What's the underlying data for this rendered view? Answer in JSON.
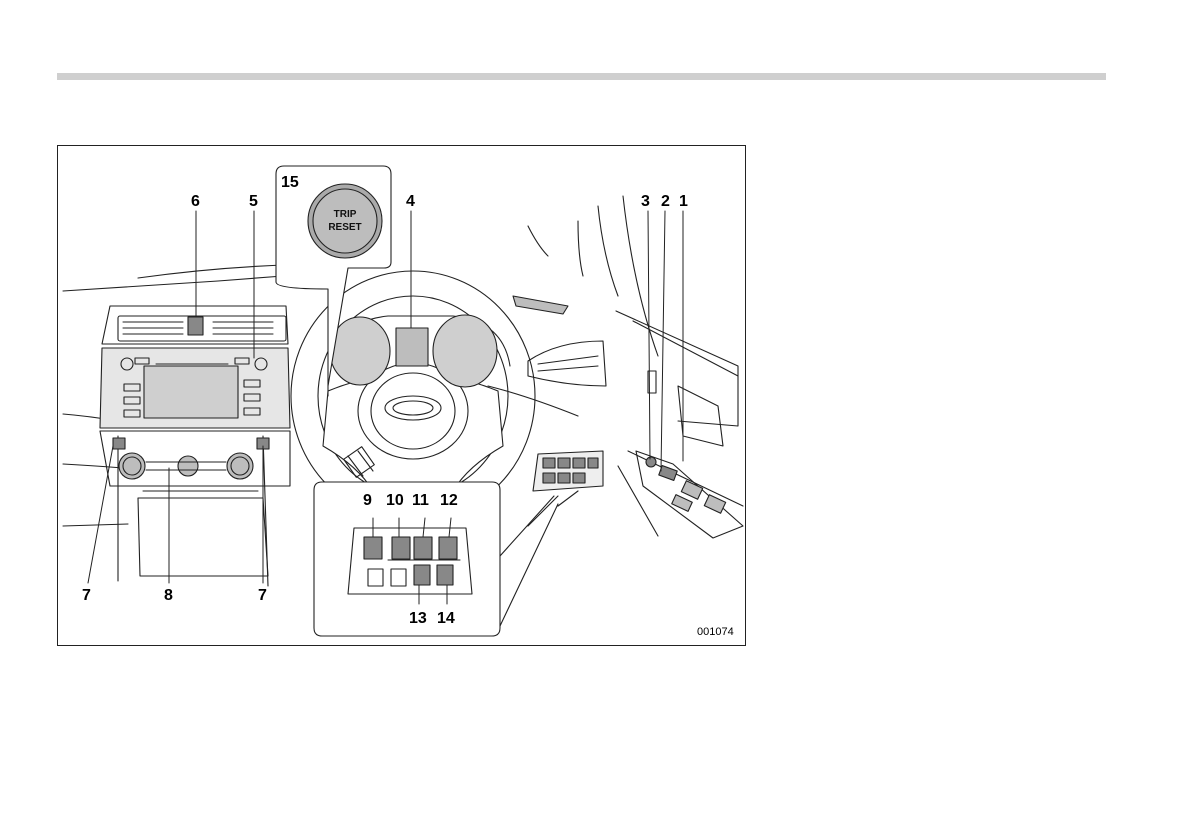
{
  "figure": {
    "id": "001074",
    "callouts": {
      "c1": "1",
      "c2": "2",
      "c3": "3",
      "c4": "4",
      "c5": "5",
      "c6": "6",
      "c7a": "7",
      "c7b": "7",
      "c8": "8",
      "c9": "9",
      "c10": "10",
      "c11": "11",
      "c12": "12",
      "c13": "13",
      "c14": "14",
      "c15": "15"
    },
    "trip_button": {
      "line1": "TRIP",
      "line2": "RESET"
    },
    "colors": {
      "line": "#222222",
      "gray_fill": "#888888",
      "light_fill": "#eeeeee",
      "rule": "#cfcfcf"
    }
  }
}
